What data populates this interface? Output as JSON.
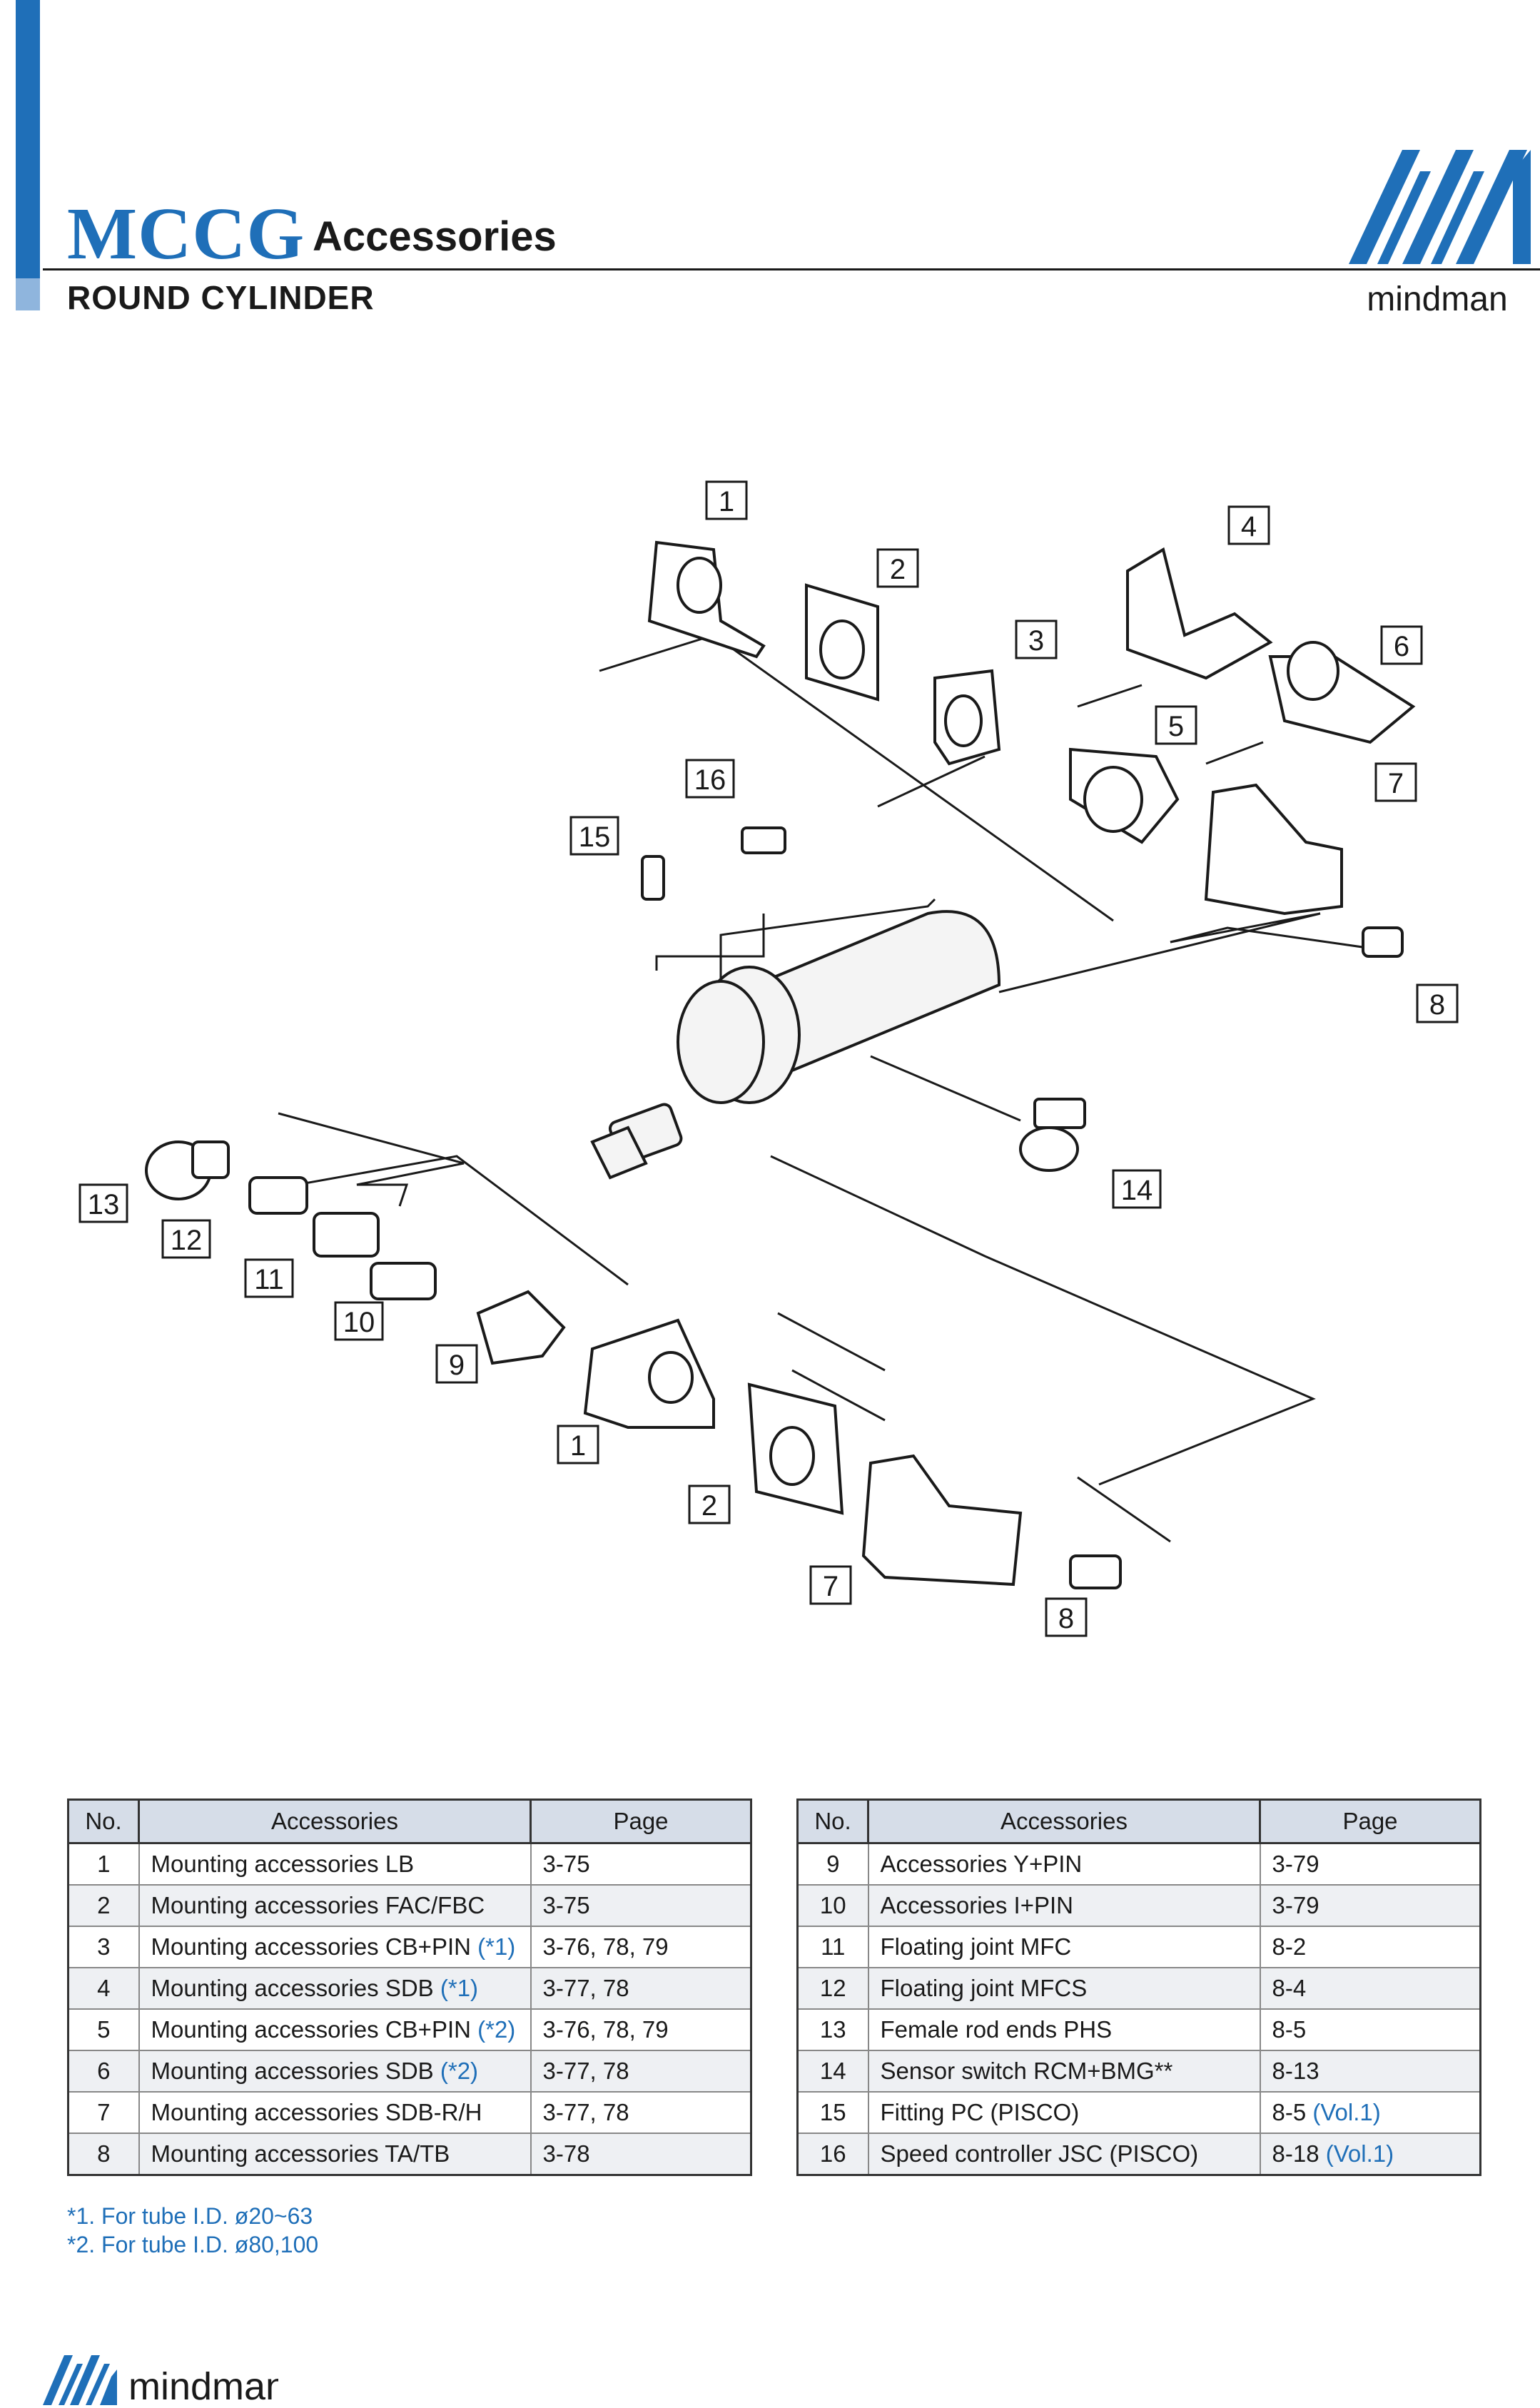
{
  "header": {
    "model": "MCCG",
    "title": "Accessories",
    "subtitle": "ROUND CYLINDER",
    "brand": "mindman"
  },
  "colors": {
    "accent": "#1f6fb8",
    "header_bg": "#d6dde8",
    "row_alt": "#eef0f3"
  },
  "diagram": {
    "labels": [
      "1",
      "2",
      "3",
      "4",
      "5",
      "6",
      "7",
      "8",
      "9",
      "10",
      "11",
      "12",
      "13",
      "14",
      "15",
      "16",
      "1",
      "2",
      "7",
      "8"
    ]
  },
  "table_left": {
    "headers": [
      "No.",
      "Accessories",
      "Page"
    ],
    "rows": [
      {
        "no": "1",
        "name": "Mounting accessories LB",
        "note": "",
        "page": "3-75",
        "page_note": ""
      },
      {
        "no": "2",
        "name": "Mounting accessories FAC/FBC",
        "note": "",
        "page": "3-75",
        "page_note": ""
      },
      {
        "no": "3",
        "name": "Mounting accessories CB+PIN",
        "note": "(*1)",
        "page": "3-76, 78, 79",
        "page_note": ""
      },
      {
        "no": "4",
        "name": "Mounting accessories SDB",
        "note": "(*1)",
        "page": "3-77, 78",
        "page_note": ""
      },
      {
        "no": "5",
        "name": "Mounting accessories CB+PIN",
        "note": "(*2)",
        "page": "3-76, 78, 79",
        "page_note": ""
      },
      {
        "no": "6",
        "name": "Mounting accessories SDB",
        "note": "(*2)",
        "page": "3-77, 78",
        "page_note": ""
      },
      {
        "no": "7",
        "name": "Mounting accessories SDB-R/H",
        "note": "",
        "page": "3-77, 78",
        "page_note": ""
      },
      {
        "no": "8",
        "name": "Mounting accessories TA/TB",
        "note": "",
        "page": "3-78",
        "page_note": ""
      }
    ]
  },
  "table_right": {
    "headers": [
      "No.",
      "Accessories",
      "Page"
    ],
    "rows": [
      {
        "no": "9",
        "name": "Accessories Y+PIN",
        "note": "",
        "page": "3-79",
        "page_note": ""
      },
      {
        "no": "10",
        "name": "Accessories I+PIN",
        "note": "",
        "page": "3-79",
        "page_note": ""
      },
      {
        "no": "11",
        "name": "Floating joint MFC",
        "note": "",
        "page": "8-2",
        "page_note": ""
      },
      {
        "no": "12",
        "name": "Floating joint MFCS",
        "note": "",
        "page": "8-4",
        "page_note": ""
      },
      {
        "no": "13",
        "name": "Female rod ends PHS",
        "note": "",
        "page": "8-5",
        "page_note": ""
      },
      {
        "no": "14",
        "name": "Sensor switch RCM+BMG**",
        "note": "",
        "page": "8-13",
        "page_note": ""
      },
      {
        "no": "15",
        "name": "Fitting PC (PISCO)",
        "note": "",
        "page": "8-5",
        "page_note": "(Vol.1)"
      },
      {
        "no": "16",
        "name": "Speed controller JSC (PISCO)",
        "note": "",
        "page": "8-18",
        "page_note": "(Vol.1)"
      }
    ]
  },
  "footnotes": [
    "*1. For tube I.D. ø20~63",
    "*2. For tube I.D. ø80,100"
  ]
}
